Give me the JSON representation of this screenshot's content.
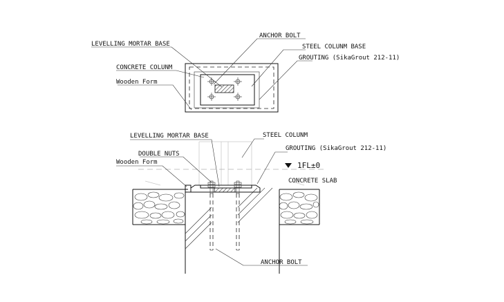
{
  "plan": {
    "anchor_bolt": "ANCHOR BOLT",
    "levelling_mortar_base": "LEVELLING MORTAR BASE",
    "steel_column_base": "STEEL COLUNM BASE",
    "grouting": "GROUTING (SikaGrout 212-11)",
    "concrete_column": "CONCRETE COLUNM",
    "wooden_form": "Wooden Form"
  },
  "section": {
    "levelling_mortar_base": "LEVELLING MORTAR BASE",
    "steel_column": "STEEL COLUNM",
    "double_nuts": "DOUBLE NUTS",
    "grouting": "GROUTING (SikaGrout 212-11)",
    "wooden_form": "Wooden Form",
    "floor_level": "1FL±0",
    "concrete_slab": "CONCRETE SLAB",
    "anchor_bolt": "ANCHOR BOLT"
  },
  "colors": {
    "line": "#111111",
    "hatch": "#555555",
    "ghost": "#c9c9c9",
    "background": "#ffffff"
  }
}
